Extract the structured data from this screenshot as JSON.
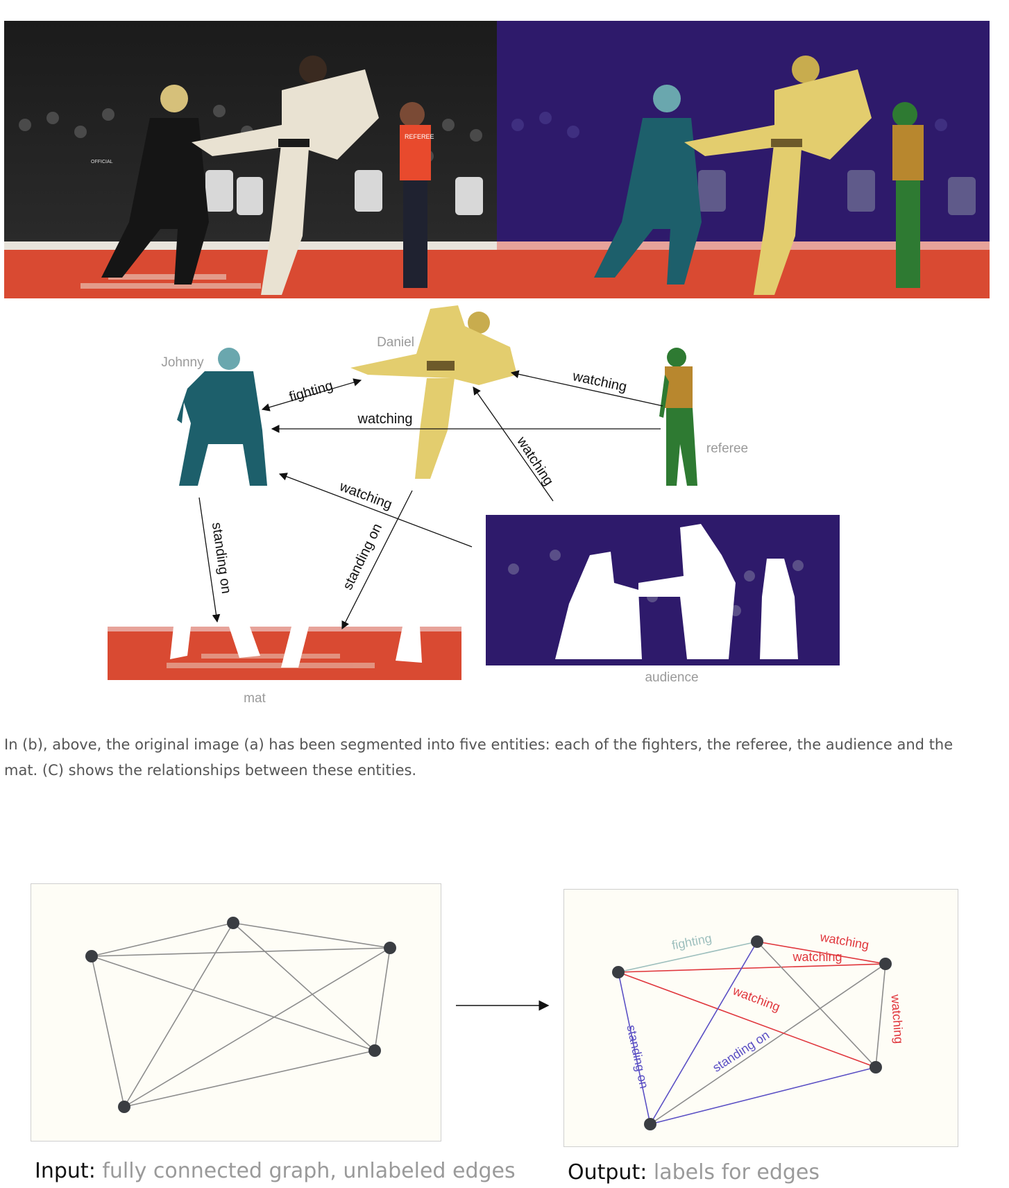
{
  "entities": {
    "johnny": "Johnny",
    "daniel": "Daniel",
    "referee": "referee",
    "audience": "audience",
    "mat": "mat"
  },
  "relations": {
    "fighting": "fighting",
    "watching": "watching",
    "standing_on": "standing on"
  },
  "photo_text": {
    "referee_shirt": "REFEREE",
    "official_shirt": "OFFICIAL"
  },
  "caption": "In (b), above, the original image (a) has been segmented into five entities: each of the fighters, the referee, the audience and the mat. (C) shows the relationships between these entities.",
  "bottom": {
    "input_head": "Input",
    "input_desc": "fully connected graph, unlabeled edges",
    "output_head": "Output",
    "output_desc": "labels for edges"
  },
  "colors": {
    "mat_red": "#d94a32",
    "overlay_purple": "#2e1a6b",
    "johnny_teal": "#1d5f6b",
    "daniel_yellow": "#e3cd6e",
    "referee_green": "#2e7a32",
    "edge_gray": "#8c8c8c",
    "edge_red": "#e0363c",
    "edge_blue": "#5a4fc4",
    "edge_teal": "#9dbfbd",
    "node": "#3a3d42"
  }
}
